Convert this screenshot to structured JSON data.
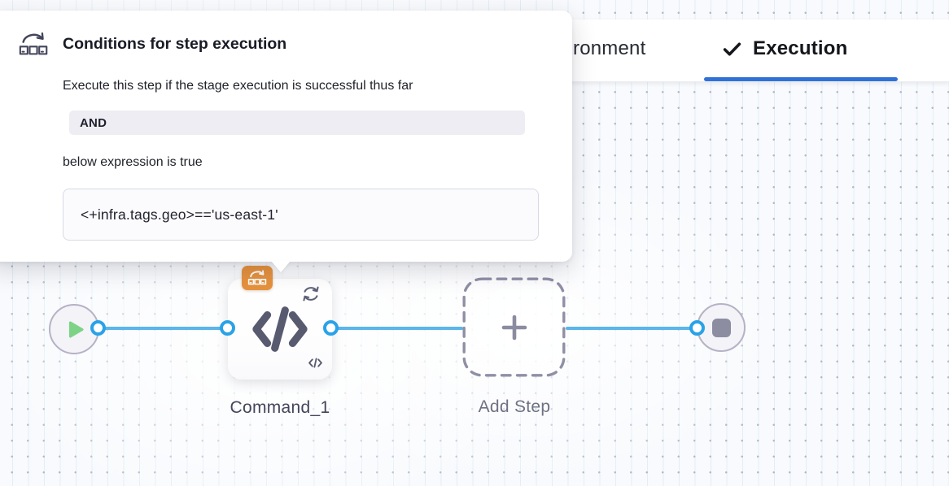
{
  "popover": {
    "icon": "conditional-execution",
    "title": "Conditions for step execution",
    "description": "Execute this step if the stage execution is successful thus far",
    "operator": "AND",
    "expression_intro": "below expression is true",
    "expression": "<+infra.tags.geo>=='us-east-1'"
  },
  "tabs": {
    "environment": {
      "label": "ronment",
      "active": false
    },
    "execution": {
      "label": "Execution",
      "icon": "checkmark",
      "active": true
    }
  },
  "pipeline": {
    "start": {
      "icon": "play"
    },
    "step": {
      "label": "Command_1",
      "icon": "code",
      "badge_icon": "conditional-execution",
      "corner_icons": [
        "loop",
        "code-small"
      ]
    },
    "add_step": {
      "label": "Add Step",
      "icon": "plus"
    },
    "end": {
      "icon": "stop"
    }
  },
  "colors": {
    "tab_underline_blue": "#3071d8",
    "connector_blue": "#5bb6e9",
    "port_blue": "#2aa2e8",
    "badge_orange": "#e6923d",
    "play_green": "#7cd386",
    "icon_slate": "#585a70"
  }
}
